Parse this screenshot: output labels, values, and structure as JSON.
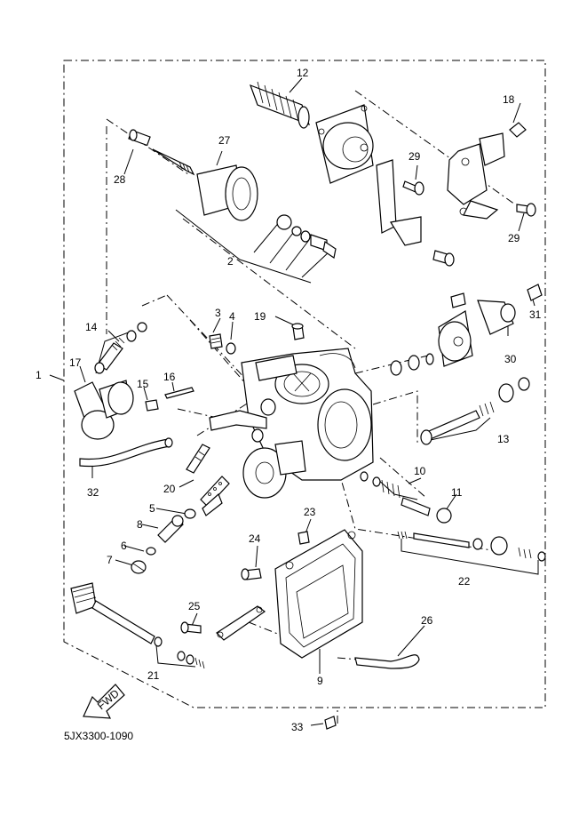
{
  "diagram": {
    "drawing_code": "5JX3300-1090",
    "fwd_label": "FWD",
    "callouts": [
      {
        "id": "c1",
        "label": "1"
      },
      {
        "id": "c2",
        "label": "2"
      },
      {
        "id": "c3",
        "label": "3"
      },
      {
        "id": "c4",
        "label": "4"
      },
      {
        "id": "c5",
        "label": "5"
      },
      {
        "id": "c6",
        "label": "6"
      },
      {
        "id": "c7",
        "label": "7"
      },
      {
        "id": "c8",
        "label": "8"
      },
      {
        "id": "c9",
        "label": "9"
      },
      {
        "id": "c10",
        "label": "10"
      },
      {
        "id": "c11",
        "label": "11"
      },
      {
        "id": "c12",
        "label": "12"
      },
      {
        "id": "c13",
        "label": "13"
      },
      {
        "id": "c14",
        "label": "14"
      },
      {
        "id": "c15",
        "label": "15"
      },
      {
        "id": "c16",
        "label": "16"
      },
      {
        "id": "c17",
        "label": "17"
      },
      {
        "id": "c18",
        "label": "18"
      },
      {
        "id": "c19",
        "label": "19"
      },
      {
        "id": "c20",
        "label": "20"
      },
      {
        "id": "c21",
        "label": "21"
      },
      {
        "id": "c22",
        "label": "22"
      },
      {
        "id": "c23",
        "label": "23"
      },
      {
        "id": "c24",
        "label": "24"
      },
      {
        "id": "c25",
        "label": "25"
      },
      {
        "id": "c26",
        "label": "26"
      },
      {
        "id": "c27",
        "label": "27"
      },
      {
        "id": "c28",
        "label": "28"
      },
      {
        "id": "c29a",
        "label": "29"
      },
      {
        "id": "c29b",
        "label": "29"
      },
      {
        "id": "c30",
        "label": "30"
      },
      {
        "id": "c31",
        "label": "31"
      },
      {
        "id": "c32",
        "label": "32"
      },
      {
        "id": "c33",
        "label": "33"
      }
    ]
  }
}
